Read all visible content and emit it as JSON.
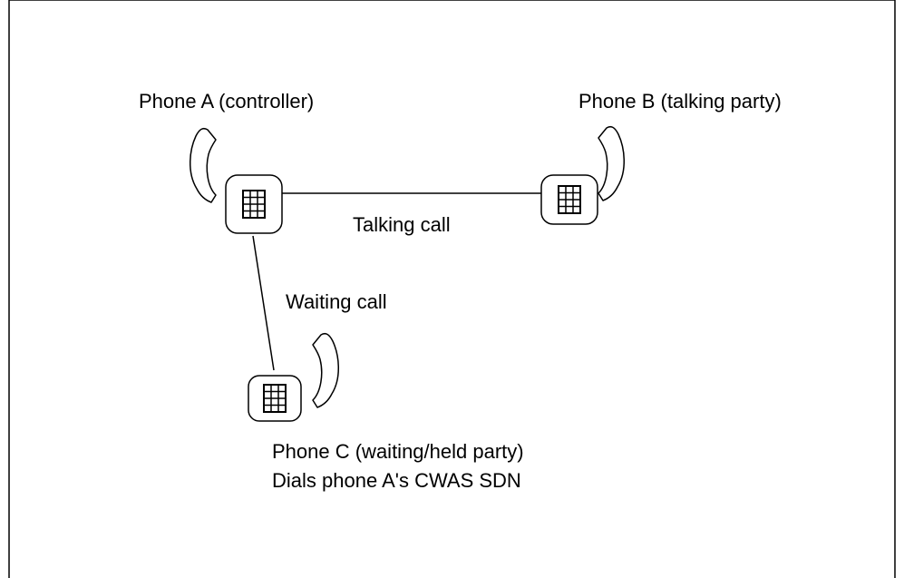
{
  "diagram": {
    "phones": {
      "a": {
        "label": "Phone A (controller)"
      },
      "b": {
        "label": "Phone B (talking party)"
      },
      "c": {
        "label_line1": "Phone C (waiting/held party)",
        "label_line2": "Dials phone A's CWAS SDN"
      }
    },
    "connections": {
      "talking": {
        "label": "Talking call"
      },
      "waiting": {
        "label": "Waiting call"
      }
    }
  }
}
